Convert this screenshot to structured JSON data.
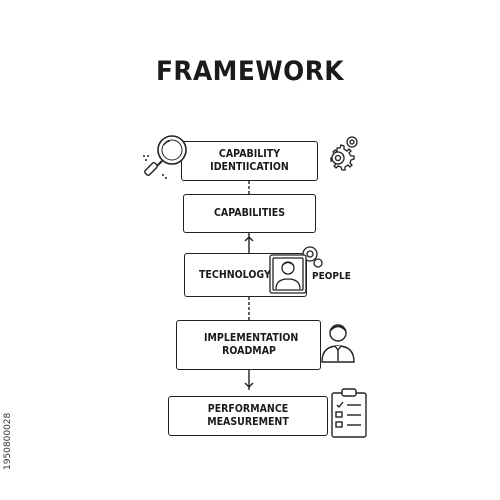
{
  "title": "FRAMEWORK",
  "steps": [
    {
      "label": "CAPABILITY IDENTIICATION"
    },
    {
      "label": "CAPABILITIES"
    },
    {
      "label": "TECHNOLOGY"
    },
    {
      "label": "IMPLEMENTATION ROADMAP"
    },
    {
      "label": "PERFORMANCE MEASUREMENT"
    }
  ],
  "side_label": "PEOPLE",
  "image_ref": "1950800028",
  "icons": [
    "magnifier-icon",
    "gears-icon",
    "person-card-icon",
    "businessman-icon",
    "checklist-clipboard-icon"
  ],
  "colors": {
    "line": "#222222",
    "text": "#1b1b1b",
    "background": "#ffffff"
  }
}
